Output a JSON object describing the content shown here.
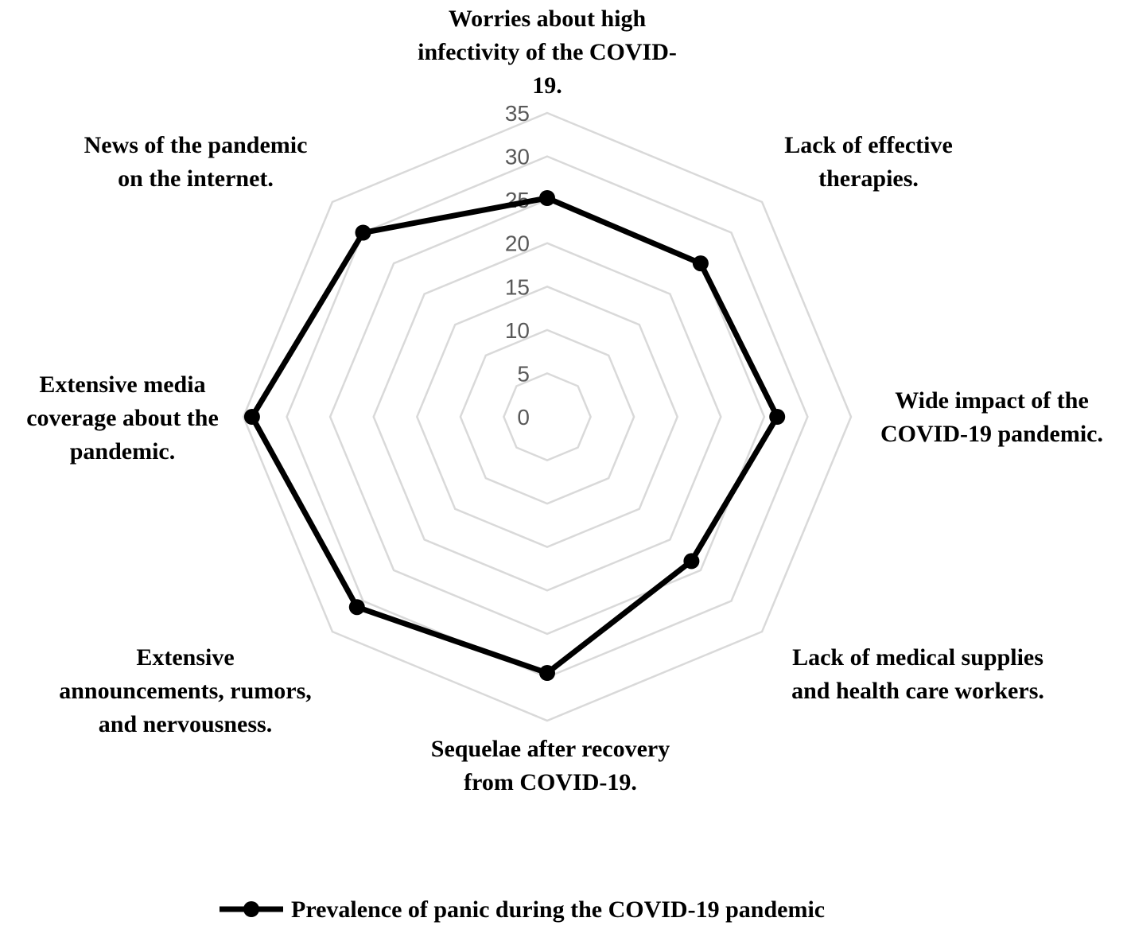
{
  "chart_data": {
    "type": "radar",
    "categories": [
      "Worries about high infectivity of the COVID-19.",
      "Lack of effective therapies.",
      "Wide impact of the COVID-19 pandemic.",
      "Lack of medical supplies and health care workers.",
      "Sequelae after recovery from COVID-19.",
      "Extensive announcements, rumors, and nervousness.",
      "Extensive media coverage about the pandemic.",
      "News of the pandemic on the internet."
    ],
    "category_lines": [
      [
        "Worries about high",
        "infectivity of the COVID-",
        "19."
      ],
      [
        "Lack of effective",
        "therapies."
      ],
      [
        "Wide impact of the",
        "COVID-19 pandemic."
      ],
      [
        "Lack of medical supplies",
        "and health care workers."
      ],
      [
        "Sequelae after recovery",
        "from COVID-19."
      ],
      [
        "Extensive",
        "announcements, rumors,",
        "and nervousness."
      ],
      [
        "Extensive media",
        "coverage about the",
        "pandemic."
      ],
      [
        "News of the pandemic",
        "on the internet."
      ]
    ],
    "series": [
      {
        "name": "Prevalence of panic during the COVID-19 pandemic",
        "values": [
          25.2,
          25.0,
          26.5,
          23.5,
          29.5,
          31.0,
          34.0,
          30.0
        ]
      }
    ],
    "rlim": [
      0,
      35
    ],
    "ticks": [
      0,
      5,
      10,
      15,
      20,
      25,
      30,
      35
    ],
    "grid": true,
    "legend_position": "bottom",
    "colors": {
      "series": "#000000",
      "grid": "#d9d9d9",
      "tick_text": "#595959"
    }
  }
}
